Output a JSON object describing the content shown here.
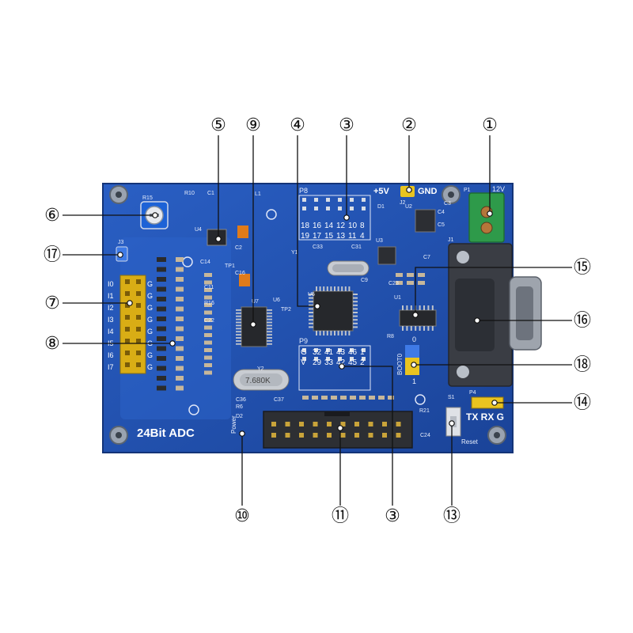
{
  "board": {
    "colors": {
      "pcb": "#1f4fb0",
      "pcb_dark": "#173c8c",
      "pin_header": "#e8c21a",
      "silk": "#e8eefc"
    },
    "silkscreen": {
      "adc": "24Bit ADC",
      "power_supply": "+5V",
      "ground": "GND",
      "voltage": "12V",
      "uart": "TX RX G",
      "crystal": "7.680K",
      "reset": "Reset",
      "power": "Power",
      "boot_top": "0",
      "boot_bottom": "1",
      "boot_label": "BOOT0",
      "p8": "P8",
      "p9": "P9",
      "p8_row1": [
        "18",
        "16",
        "14",
        "12",
        "10",
        "8"
      ],
      "p8_row2": [
        "19",
        "17",
        "15",
        "13",
        "11",
        "4"
      ],
      "p9_row1": [
        "G",
        "32",
        "41",
        "43",
        "46",
        "1"
      ],
      "p9_row2": [
        "V",
        "29",
        "33",
        "42",
        "45",
        "2"
      ],
      "refs": {
        "r15": "R15",
        "r10": "R10",
        "c1": "C1",
        "l1": "L1",
        "d1": "D1",
        "j2": "J2",
        "u2": "U2",
        "u3": "U3",
        "p1": "P1",
        "c3": "C3",
        "c4": "C4",
        "c5": "C5",
        "c7": "C7",
        "j1": "J1",
        "u4": "U4",
        "c14": "C14",
        "tp1": "TP1",
        "c2": "C2",
        "c16": "C16",
        "c11": "C11",
        "r16": "R16",
        "c22": "C22",
        "u7": "U7",
        "u6": "U6",
        "tp2": "TP2",
        "u5": "U5",
        "c9": "C9",
        "c23": "C23",
        "u1": "U1",
        "y1": "Y1",
        "c33": "C33",
        "c31": "C31",
        "y2": "Y2",
        "c36": "C36",
        "c37": "C37",
        "r6": "R6",
        "d2": "D2",
        "r21": "R21",
        "s1": "S1",
        "c24": "C24",
        "p4": "P4",
        "j3": "J3",
        "r8": "R8"
      },
      "io_labels": [
        "I0",
        "I1",
        "I2",
        "I3",
        "I4",
        "I5",
        "I6",
        "I7"
      ],
      "g_label": "G"
    }
  },
  "callouts": [
    "①",
    "②",
    "③",
    "④",
    "⑤",
    "⑥",
    "⑦",
    "⑧",
    "⑨",
    "⑩",
    "⑪",
    "③",
    "⑬",
    "⑭",
    "⑮",
    "⑯",
    "⑰",
    "⑱"
  ]
}
